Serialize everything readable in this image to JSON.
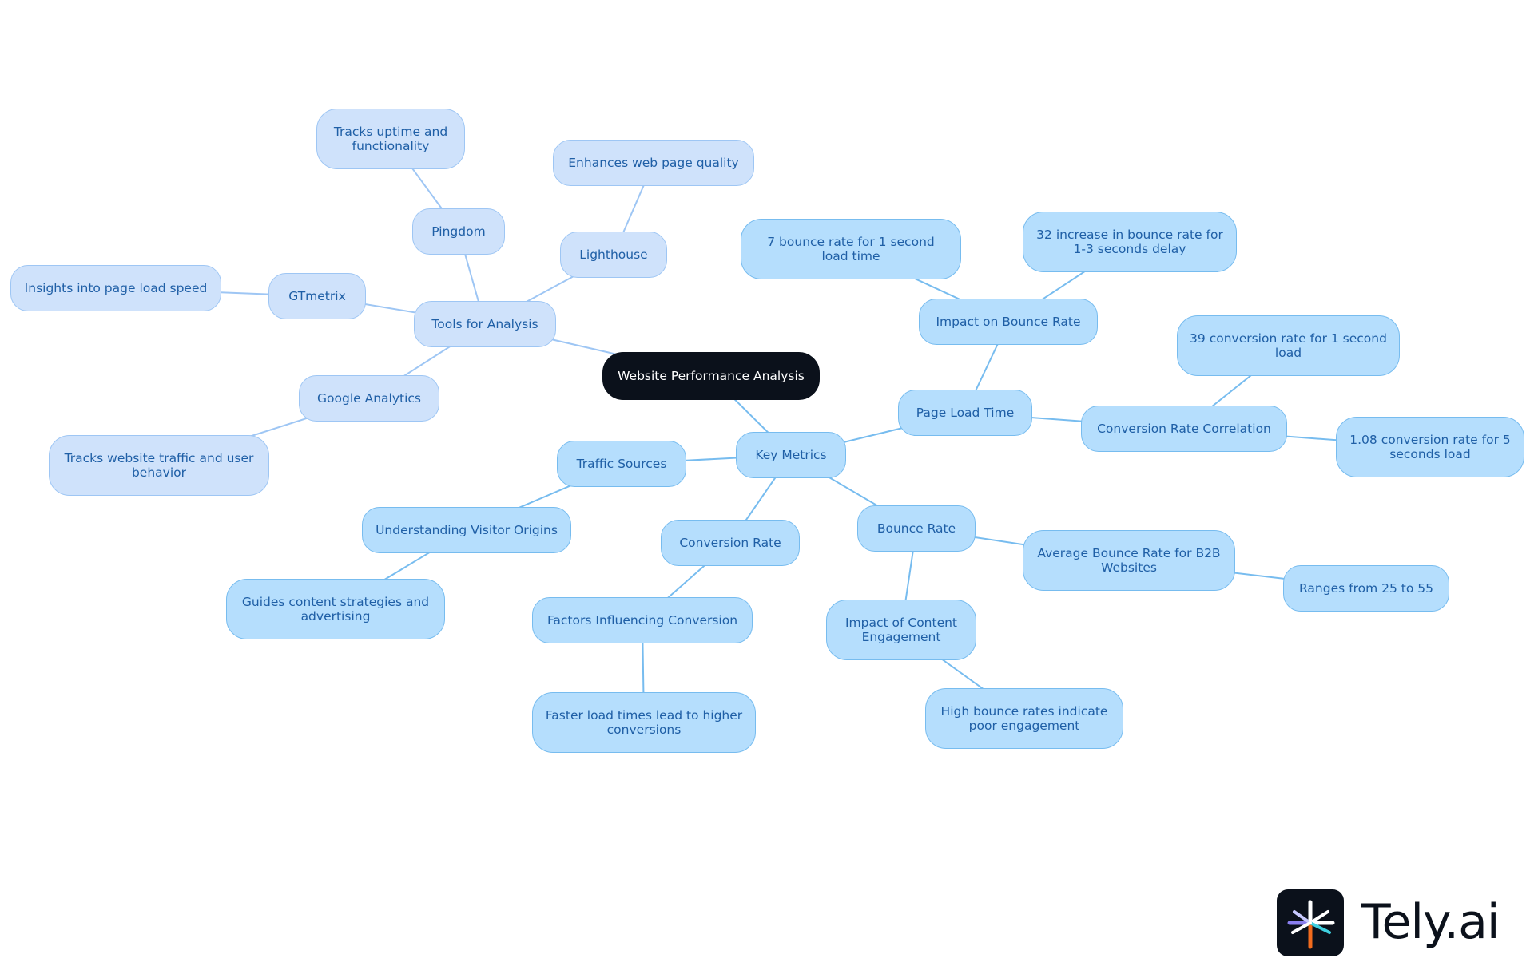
{
  "diagram": {
    "root": "Website Performance Analysis",
    "nodes": {
      "tools": "Tools for Analysis",
      "pingdom": "Pingdom",
      "pingdom_desc": "Tracks uptime and functionality",
      "lighthouse": "Lighthouse",
      "lighthouse_desc": "Enhances web page quality",
      "gtmetrix": "GTmetrix",
      "gtmetrix_desc": "Insights into page load speed",
      "ga": "Google Analytics",
      "ga_desc": "Tracks website traffic and user behavior",
      "key_metrics": "Key Metrics",
      "page_load": "Page Load Time",
      "impact_bounce": "Impact on Bounce Rate",
      "bounce_1s": "7 bounce rate for 1 second load time",
      "bounce_increase": "32 increase in bounce rate for 1-3 seconds delay",
      "conv_corr": "Conversion Rate Correlation",
      "conv_1s": "39 conversion rate for 1 second load",
      "conv_5s": "1.08 conversion rate for 5 seconds load",
      "traffic": "Traffic Sources",
      "visitor_origins": "Understanding Visitor Origins",
      "guides": "Guides content strategies and advertising",
      "conversion": "Conversion Rate",
      "factors": "Factors Influencing Conversion",
      "faster": "Faster load times lead to higher conversions",
      "bounce": "Bounce Rate",
      "avg_b2b": "Average Bounce Rate for B2B Websites",
      "ranges": "Ranges from 25 to 55",
      "content_eng": "Impact of Content Engagement",
      "high_bounce": "High bounce rates indicate poor engagement"
    },
    "edges": [
      [
        "root",
        "tools"
      ],
      [
        "root",
        "key_metrics"
      ],
      [
        "tools",
        "pingdom"
      ],
      [
        "pingdom",
        "pingdom_desc"
      ],
      [
        "tools",
        "lighthouse"
      ],
      [
        "lighthouse",
        "lighthouse_desc"
      ],
      [
        "tools",
        "gtmetrix"
      ],
      [
        "gtmetrix",
        "gtmetrix_desc"
      ],
      [
        "tools",
        "ga"
      ],
      [
        "ga",
        "ga_desc"
      ],
      [
        "key_metrics",
        "page_load"
      ],
      [
        "page_load",
        "impact_bounce"
      ],
      [
        "impact_bounce",
        "bounce_1s"
      ],
      [
        "impact_bounce",
        "bounce_increase"
      ],
      [
        "page_load",
        "conv_corr"
      ],
      [
        "conv_corr",
        "conv_1s"
      ],
      [
        "conv_corr",
        "conv_5s"
      ],
      [
        "key_metrics",
        "traffic"
      ],
      [
        "traffic",
        "visitor_origins"
      ],
      [
        "visitor_origins",
        "guides"
      ],
      [
        "key_metrics",
        "conversion"
      ],
      [
        "conversion",
        "factors"
      ],
      [
        "factors",
        "faster"
      ],
      [
        "key_metrics",
        "bounce"
      ],
      [
        "bounce",
        "avg_b2b"
      ],
      [
        "avg_b2b",
        "ranges"
      ],
      [
        "bounce",
        "content_eng"
      ],
      [
        "content_eng",
        "high_bounce"
      ]
    ],
    "colors": {
      "root_fill": "#0b111b",
      "tools_fill": "#cfe2fb",
      "metrics_fill": "#b5defd",
      "text": "#1f5fa6",
      "edge_tools": "#9ec6f4",
      "edge_metrics": "#77bcef"
    }
  },
  "brand": {
    "name": "Tely.ai",
    "icon": "tely-spark-icon"
  }
}
